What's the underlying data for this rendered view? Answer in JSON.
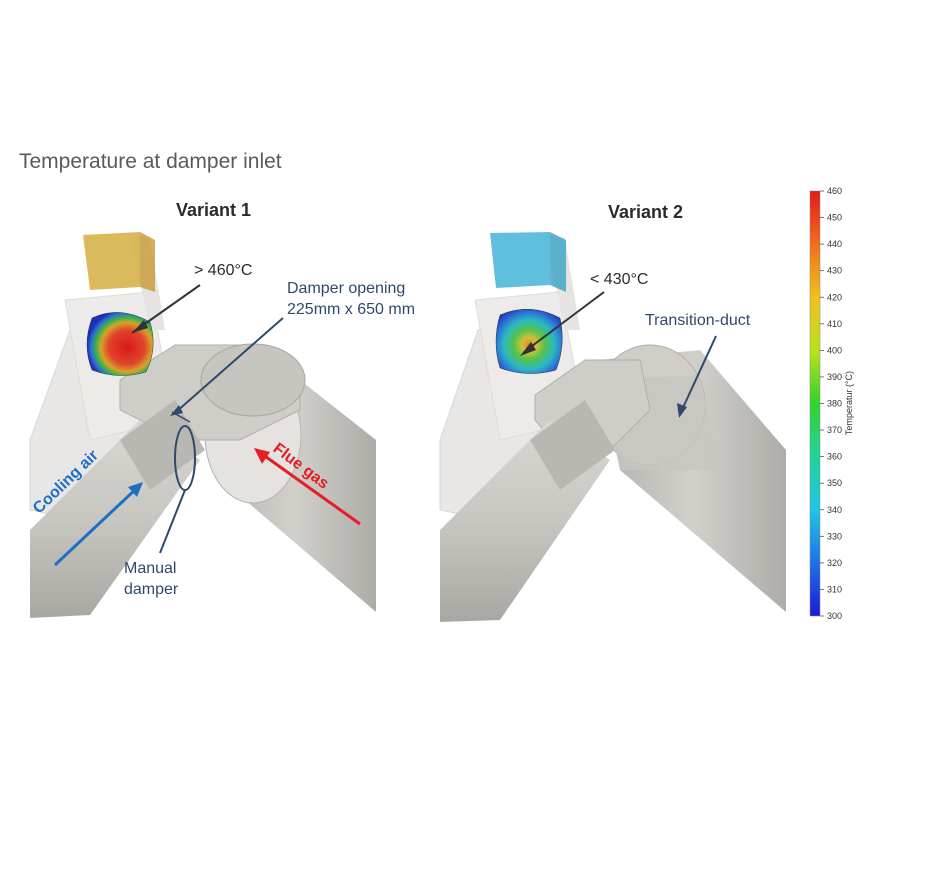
{
  "title": "Temperature at damper inlet",
  "variants": [
    {
      "label": "Variant 1",
      "temp_label": "> 460°C",
      "annotations": {
        "damper_opening_line1": "Damper opening",
        "damper_opening_line2": "225mm x 650 mm",
        "cooling_air": "Cooling air",
        "flue_gas": "Flue gas",
        "manual_damper_line1": "Manual",
        "manual_damper_line2": "damper"
      }
    },
    {
      "label": "Variant 2",
      "temp_label": "< 430°C",
      "annotations": {
        "transition_duct": "Transition-duct"
      }
    }
  ],
  "colorbar": {
    "title": "Temperatur (°C)",
    "ticks": [
      "460",
      "450",
      "440",
      "430",
      "420",
      "410",
      "400",
      "390",
      "380",
      "370",
      "360",
      "350",
      "340",
      "330",
      "320",
      "310",
      "300"
    ],
    "min": 300,
    "max": 460
  },
  "colors": {
    "cooling_air_arrow": "#1f6fc4",
    "flue_gas_arrow": "#e31e24",
    "annotation_blue": "#2e4a6b",
    "pipe_gray": "#c9c7c2"
  }
}
